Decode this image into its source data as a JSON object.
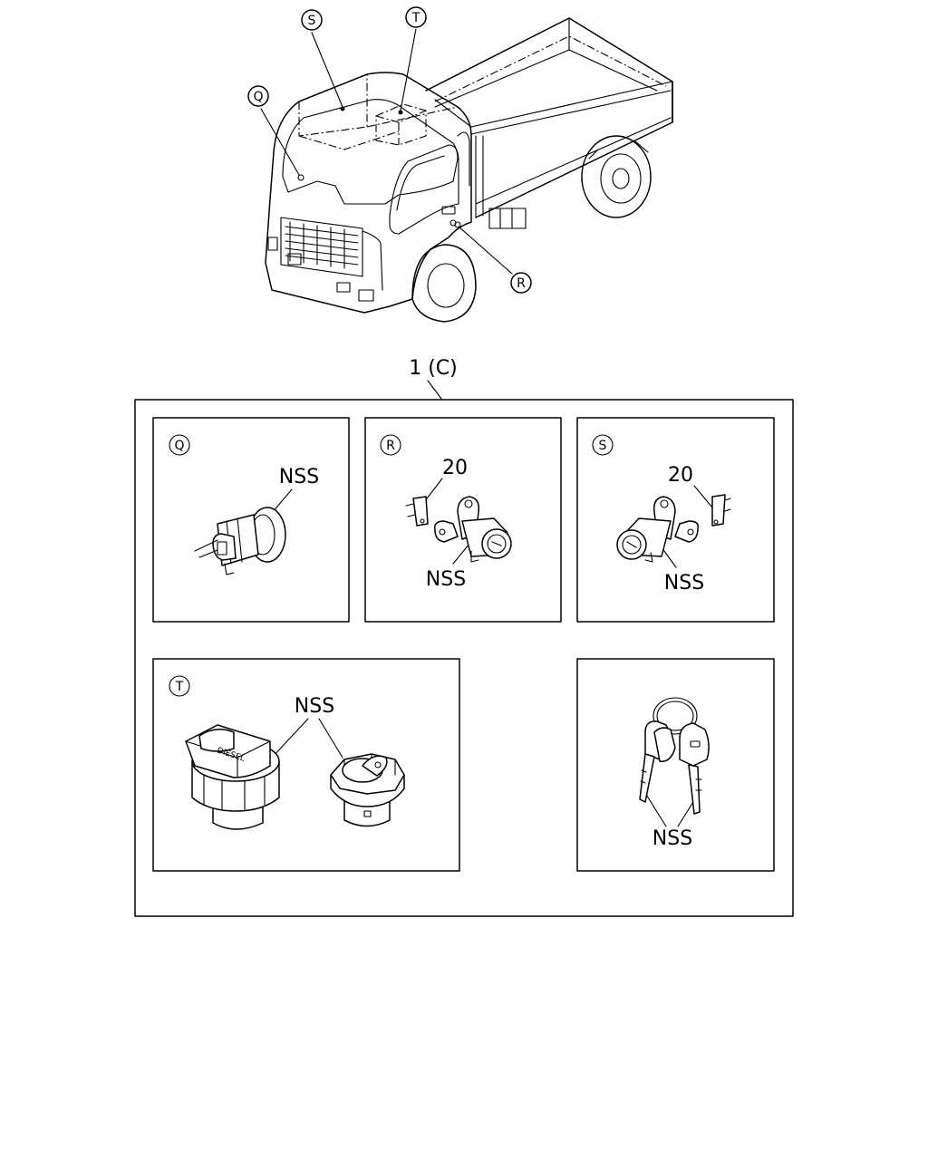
{
  "callouts": {
    "q": "Q",
    "r": "R",
    "s": "S",
    "t": "T"
  },
  "assembly_label": "1 (C)",
  "panels": {
    "q": {
      "badge": "Q",
      "part_label": "NSS"
    },
    "r": {
      "badge": "R",
      "ref_number": "20",
      "part_label": "NSS"
    },
    "s": {
      "badge": "S",
      "ref_number": "20",
      "part_label": "NSS"
    },
    "t": {
      "badge": "T",
      "part_label": "NSS",
      "cap_text": "DIESEL"
    },
    "keys": {
      "part_label": "NSS"
    }
  }
}
